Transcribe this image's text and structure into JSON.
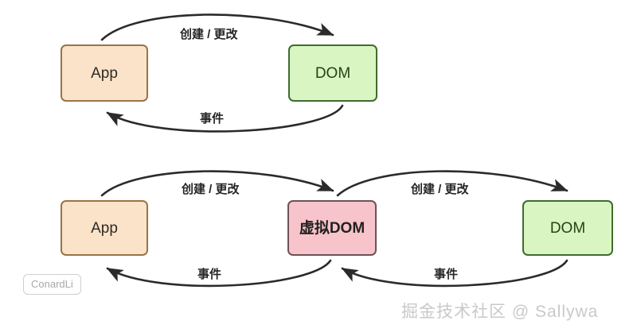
{
  "diagram": {
    "background_color": "#ffffff",
    "edge_color": "#2b2b2b",
    "colors": {
      "app_fill": "#fae3c8",
      "app_border": "#9a7348",
      "dom_fill": "#d9f5c1",
      "dom_border": "#3f6b30",
      "vdom_fill": "#f7c4cb",
      "vdom_border": "#6d5257"
    },
    "rows": [
      {
        "id": "direct-dom-flow",
        "nodes": [
          {
            "id": "app-top",
            "label": "App",
            "kind": "app"
          },
          {
            "id": "dom-top",
            "label": "DOM",
            "kind": "dom"
          }
        ],
        "edges": [
          {
            "id": "app-to-dom-top",
            "label": "创建 / 更改",
            "from": "app-top",
            "to": "dom-top"
          },
          {
            "id": "dom-to-app-top",
            "label": "事件",
            "from": "dom-top",
            "to": "app-top"
          }
        ]
      },
      {
        "id": "virtual-dom-flow",
        "nodes": [
          {
            "id": "app-bottom",
            "label": "App",
            "kind": "app"
          },
          {
            "id": "vdom-bottom",
            "label": "虚拟DOM",
            "kind": "vdom"
          },
          {
            "id": "dom-bottom",
            "label": "DOM",
            "kind": "dom"
          }
        ],
        "edges": [
          {
            "id": "app-to-vdom",
            "label": "创建 / 更改",
            "from": "app-bottom",
            "to": "vdom-bottom"
          },
          {
            "id": "vdom-to-app",
            "label": "事件",
            "from": "vdom-bottom",
            "to": "app-bottom"
          },
          {
            "id": "vdom-to-dom",
            "label": "创建 / 更改",
            "from": "vdom-bottom",
            "to": "dom-bottom"
          },
          {
            "id": "dom-to-vdom",
            "label": "事件",
            "from": "dom-bottom",
            "to": "vdom-bottom"
          }
        ]
      }
    ]
  },
  "watermarks": {
    "badge": "ConardLi",
    "attribution": "掘金技术社区 @ Sallywa"
  }
}
